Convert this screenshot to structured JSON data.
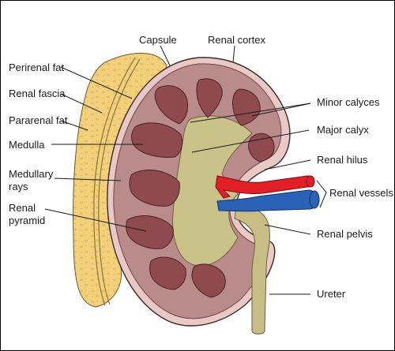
{
  "labels": {
    "capsule": "Capsule",
    "renal_cortex": "Renal cortex",
    "perirenal_fat": "Perirenal fat",
    "renal_fascia": "Renal fascia",
    "pararenal_fat": "Pararenal fat",
    "medulla": "Medulla",
    "medullary_rays_line1": "Medullary",
    "medullary_rays_line2": "rays",
    "renal_pyramid_line1": "Renal",
    "renal_pyramid_line2": "pyramid",
    "minor_calyces": "Minor calyces",
    "major_calyx": "Major calyx",
    "renal_hilus": "Renal hilus",
    "renal_vessels": "Renal vessels",
    "renal_pelvis": "Renal pelvis",
    "ureter": "Ureter"
  },
  "colors": {
    "fat": "#f3d17a",
    "fat_texture": "#d9b35a",
    "cortex": "#b98b8b",
    "capsule": "#e8c9c6",
    "pyramid": "#8e4a4f",
    "sinus": "#c9c289",
    "ureter": "#c8bd85",
    "artery": "#e21f26",
    "vein": "#2a62b8",
    "outline": "#3a2a2a"
  }
}
